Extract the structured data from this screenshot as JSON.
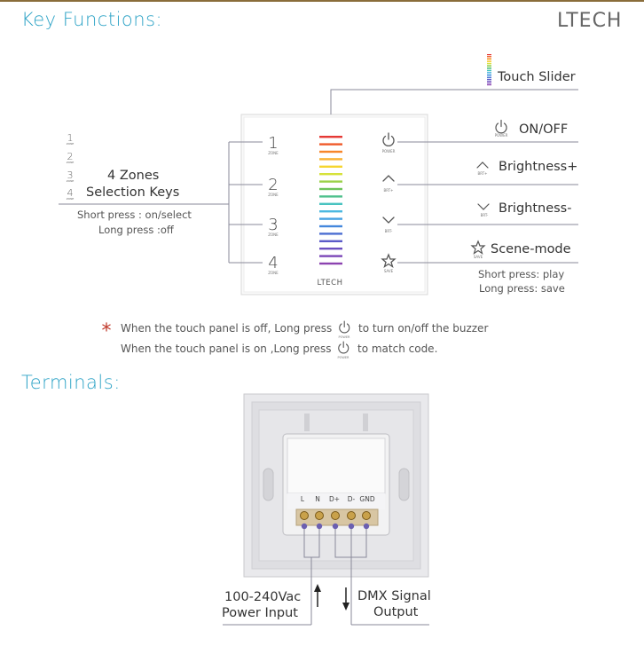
{
  "header": {
    "title": "Key Functions:",
    "brand": "LTECH"
  },
  "panel": {
    "zones": [
      {
        "num": "1",
        "label": "ZONE"
      },
      {
        "num": "2",
        "label": "ZONE"
      },
      {
        "num": "3",
        "label": "ZONE"
      },
      {
        "num": "4",
        "label": "ZONE"
      }
    ],
    "buttons": [
      {
        "icon": "power-icon",
        "label": "POWER"
      },
      {
        "icon": "chevron-up-icon",
        "label": "BRT+"
      },
      {
        "icon": "chevron-down-icon",
        "label": "BRT-"
      },
      {
        "icon": "star-icon",
        "label": "SAVE"
      }
    ],
    "logo": "LTECH",
    "slider_colors": [
      "#e53935",
      "#ef5a2a",
      "#f7862b",
      "#f9b233",
      "#f5d52f",
      "#d6e23a",
      "#9bd24a",
      "#6cc35a",
      "#4fc08d",
      "#49c3c0",
      "#4bb8e0",
      "#46a2e2",
      "#4487dc",
      "#4d6fd2",
      "#5a5ac8",
      "#6b4fc0",
      "#7c47b8",
      "#8c43b0"
    ]
  },
  "annotations": {
    "touch_slider": "Touch Slider",
    "on_off": "ON/OFF",
    "on_off_icon_label": "POWER",
    "brightness_plus": "Brightness+",
    "brt_plus_icon_label": "BRT+",
    "brightness_minus": "Brightness-",
    "brt_minus_icon_label": "BRT-",
    "scene_mode": "Scene-mode",
    "save_icon_label": "SAVE",
    "scene_short": "Short press: play",
    "scene_long": "Long press: save",
    "zones_title_1": "4 Zones",
    "zones_title_2": "Selection Keys",
    "zones_short": "Short press : on/select",
    "zones_long": "Long press :off",
    "zone_icon_nums": [
      "1",
      "2",
      "3",
      "4"
    ],
    "zone_icon_label": "ZONE"
  },
  "notes": {
    "asterisk": "*",
    "line1_a": "When the touch panel is off, Long press",
    "line1_b": "to turn on/off the buzzer",
    "line2_a": "When the touch panel is on ,Long press",
    "line2_b": "to match code.",
    "icon_label": "POWER"
  },
  "terminals": {
    "title": "Terminals:",
    "pins": [
      "L",
      "N",
      "D+",
      "D-",
      "GND"
    ],
    "power_1": "100-240Vac",
    "power_2": "Power Input",
    "dmx_1": "DMX Signal",
    "dmx_2": "Output"
  },
  "colors": {
    "accent": "#2ea3c6",
    "asterisk": "#c0392b",
    "line": "#8a8a9a"
  }
}
